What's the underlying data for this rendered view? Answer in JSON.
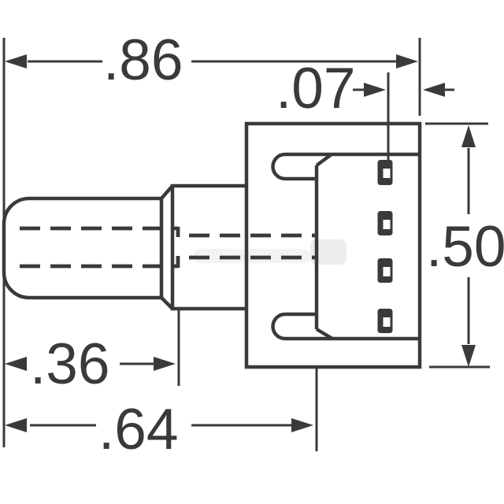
{
  "drawing": {
    "dim_overall_width": {
      "label": ".86"
    },
    "dim_lead_inset": {
      "label": ".07"
    },
    "dim_height": {
      "label": ".50"
    },
    "dim_plunger": {
      "label": ".36"
    },
    "dim_body": {
      "label": ".64"
    }
  },
  "colors": {
    "line": "#3a3a3c",
    "background": "#ffffff",
    "watermark": "#d9d9d9"
  }
}
